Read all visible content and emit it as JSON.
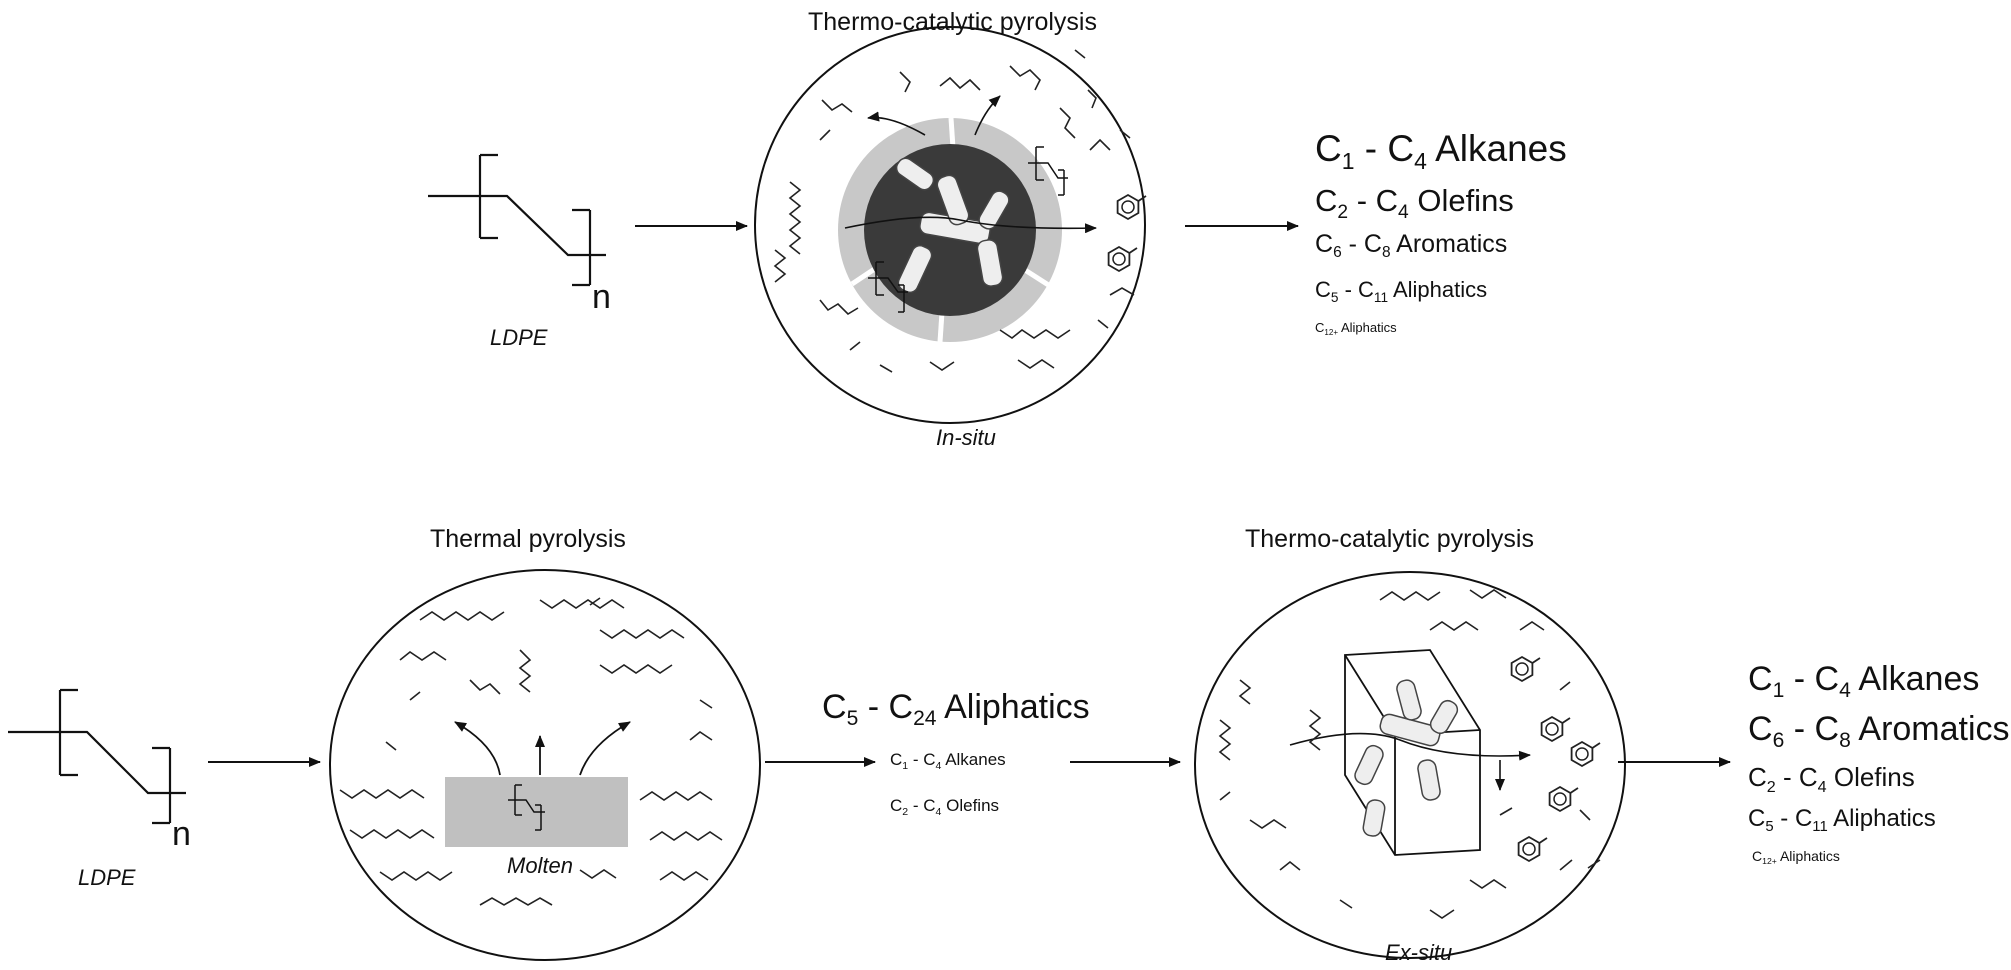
{
  "top": {
    "monomer_label": "LDPE",
    "n_label": "n",
    "reactor_title": "Thermo-catalytic pyrolysis",
    "reactor_caption": "In-situ",
    "products": [
      {
        "c1": "1",
        "c2": "4",
        "name": "Alkanes"
      },
      {
        "c1": "2",
        "c2": "4",
        "name": "Olefins"
      },
      {
        "c1": "6",
        "c2": "8",
        "name": "Aromatics"
      },
      {
        "c1": "5",
        "c2": "11",
        "name": "Aliphatics"
      },
      {
        "c1": "12+",
        "c2": "",
        "name": "Aliphatics"
      }
    ]
  },
  "bottom": {
    "monomer_label": "LDPE",
    "n_label": "n",
    "thermal_title": "Thermal pyrolysis",
    "molten_label": "Molten",
    "intermediate": [
      {
        "c1": "5",
        "c2": "24",
        "name": "Aliphatics"
      },
      {
        "c1": "1",
        "c2": "4",
        "name": "Alkanes"
      },
      {
        "c1": "2",
        "c2": "4",
        "name": "Olefins"
      }
    ],
    "catalytic_title": "Thermo-catalytic pyrolysis",
    "catalytic_caption": "Ex-situ",
    "products": [
      {
        "c1": "1",
        "c2": "4",
        "name": "Alkanes"
      },
      {
        "c1": "6",
        "c2": "8",
        "name": "Aromatics"
      },
      {
        "c1": "2",
        "c2": "4",
        "name": "Olefins"
      },
      {
        "c1": "5",
        "c2": "11",
        "name": "Aliphatics"
      },
      {
        "c1": "12+",
        "c2": "",
        "name": "Aliphatics"
      }
    ]
  }
}
